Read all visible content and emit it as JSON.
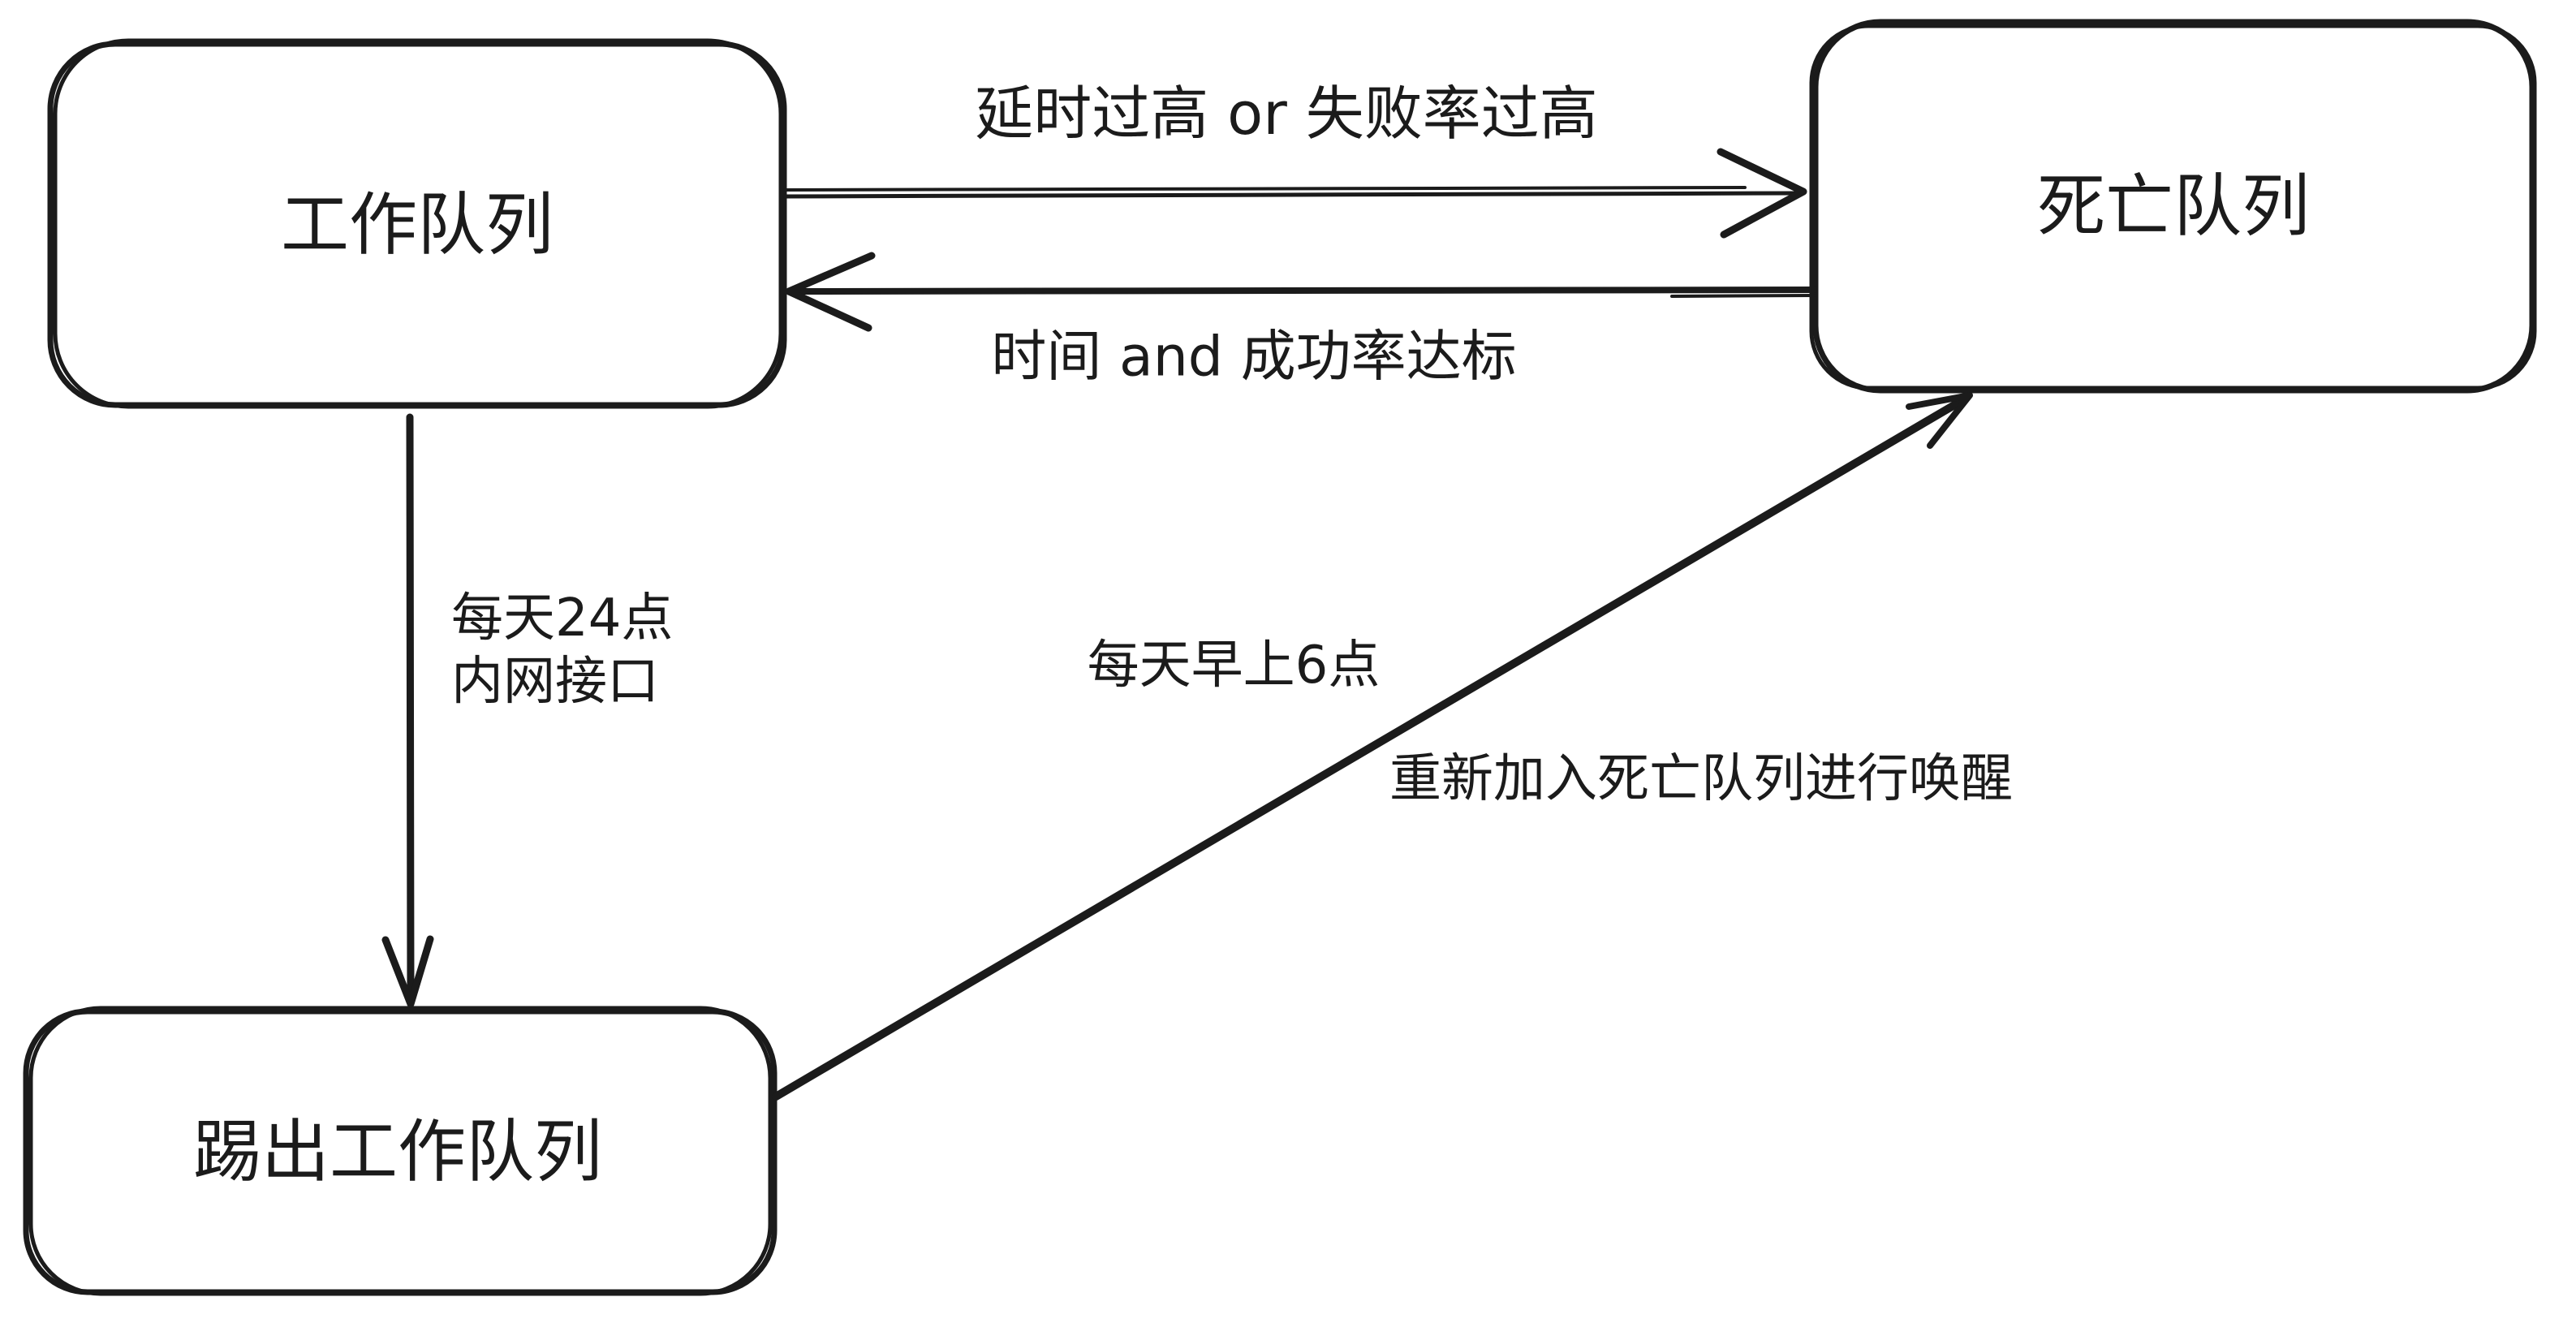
{
  "page": {
    "background": "#ffffff",
    "ink_color": "#1b1b1b"
  },
  "diagram": {
    "nodes": [
      {
        "id": "work-queue",
        "label": "工作队列"
      },
      {
        "id": "dead-queue",
        "label": "死亡队列"
      },
      {
        "id": "kicked-out-queue",
        "label": "踢出工作队列"
      }
    ],
    "edges": [
      {
        "id": "work-to-dead",
        "from": "work-queue",
        "to": "dead-queue",
        "label": "延时过高 or 失败率过高"
      },
      {
        "id": "dead-to-work",
        "from": "dead-queue",
        "to": "work-queue",
        "label": "时间 and 成功率达标"
      },
      {
        "id": "work-to-kicked",
        "from": "work-queue",
        "to": "kicked-out-queue",
        "label_line1": "每天24点",
        "label_line2": "内网接口"
      },
      {
        "id": "kicked-to-dead",
        "from": "kicked-out-queue",
        "to": "dead-queue",
        "label_line1": "每天早上6点",
        "label_line2": "重新加入死亡队列进行唤醒"
      }
    ]
  }
}
